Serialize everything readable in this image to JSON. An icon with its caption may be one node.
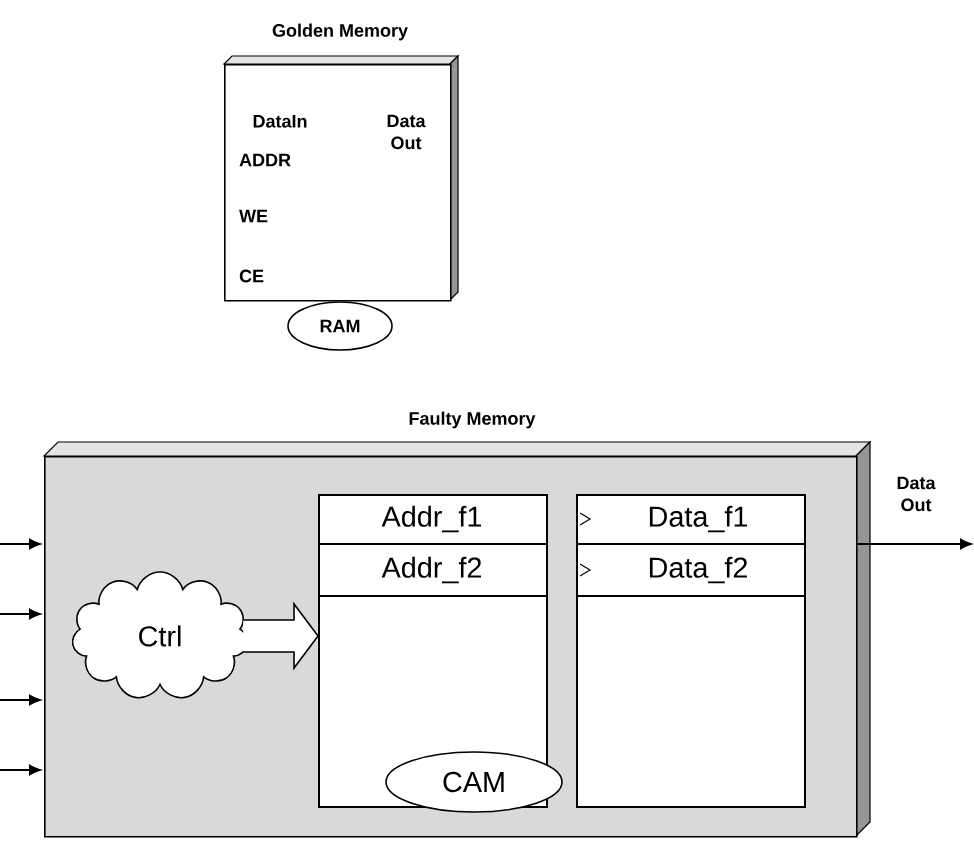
{
  "diagram": {
    "nodes": [
      {
        "text": [
          "Golden Memory",
          "DataIn",
          "ADDR",
          "WE",
          "CE",
          "Data Out"
        ]
      },
      {
        "text": [
          "RAM"
        ]
      },
      {
        "text": [
          "Faulty Memory"
        ]
      },
      {
        "text": [
          "Ctrl"
        ],
        "in": 2
      },
      {
        "text": [
          "Addr_f1",
          "Addr_f2"
        ],
        "in": 2
      },
      {
        "text": [
          "CAM"
        ],
        "in": 2
      },
      {
        "text": [
          "Data_f1",
          "Data_f2"
        ],
        "in": 2
      }
    ],
    "edges": [
      {
        "from": null,
        "to": 2,
        "arrow": "to"
      },
      {
        "from": null,
        "to": 2,
        "arrow": "to"
      },
      {
        "from": null,
        "to": 2,
        "arrow": "to"
      },
      {
        "from": null,
        "to": 2,
        "arrow": "to"
      },
      {
        "from": 3,
        "to": 4,
        "arrow": "to"
      },
      {
        "from": 2,
        "to": null,
        "arrow": "to",
        "label": "Data Out"
      }
    ]
  }
}
